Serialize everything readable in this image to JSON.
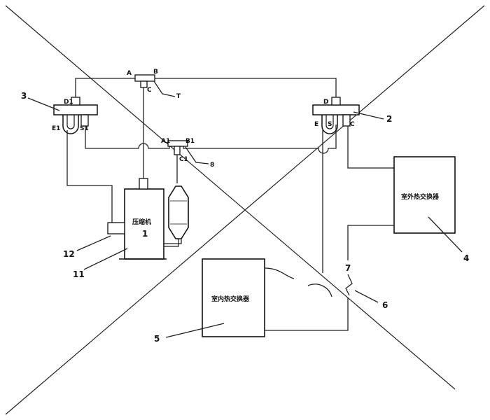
{
  "components": {
    "compressor": {
      "label": "压缩机",
      "number": "1"
    },
    "outdoor_heat_exchanger": {
      "label": "室外热交换器"
    },
    "indoor_heat_exchanger": {
      "label": "室内热交换器"
    }
  },
  "valve_left": {
    "top": "D1",
    "left": "E1",
    "right": "S1"
  },
  "valve_right": {
    "top": "D",
    "left": "E",
    "mid": "S",
    "right": "C"
  },
  "tee_top": {
    "a": "A",
    "b": "B",
    "c": "C"
  },
  "tee_mid": {
    "a": "A1",
    "b": "B1",
    "c": "C1"
  },
  "callouts": {
    "n2": "2",
    "n3": "3",
    "n4": "4",
    "n5": "5",
    "n6": "6",
    "n7": "7",
    "n8": "8",
    "n11": "11",
    "n12": "12",
    "nT": "T"
  }
}
